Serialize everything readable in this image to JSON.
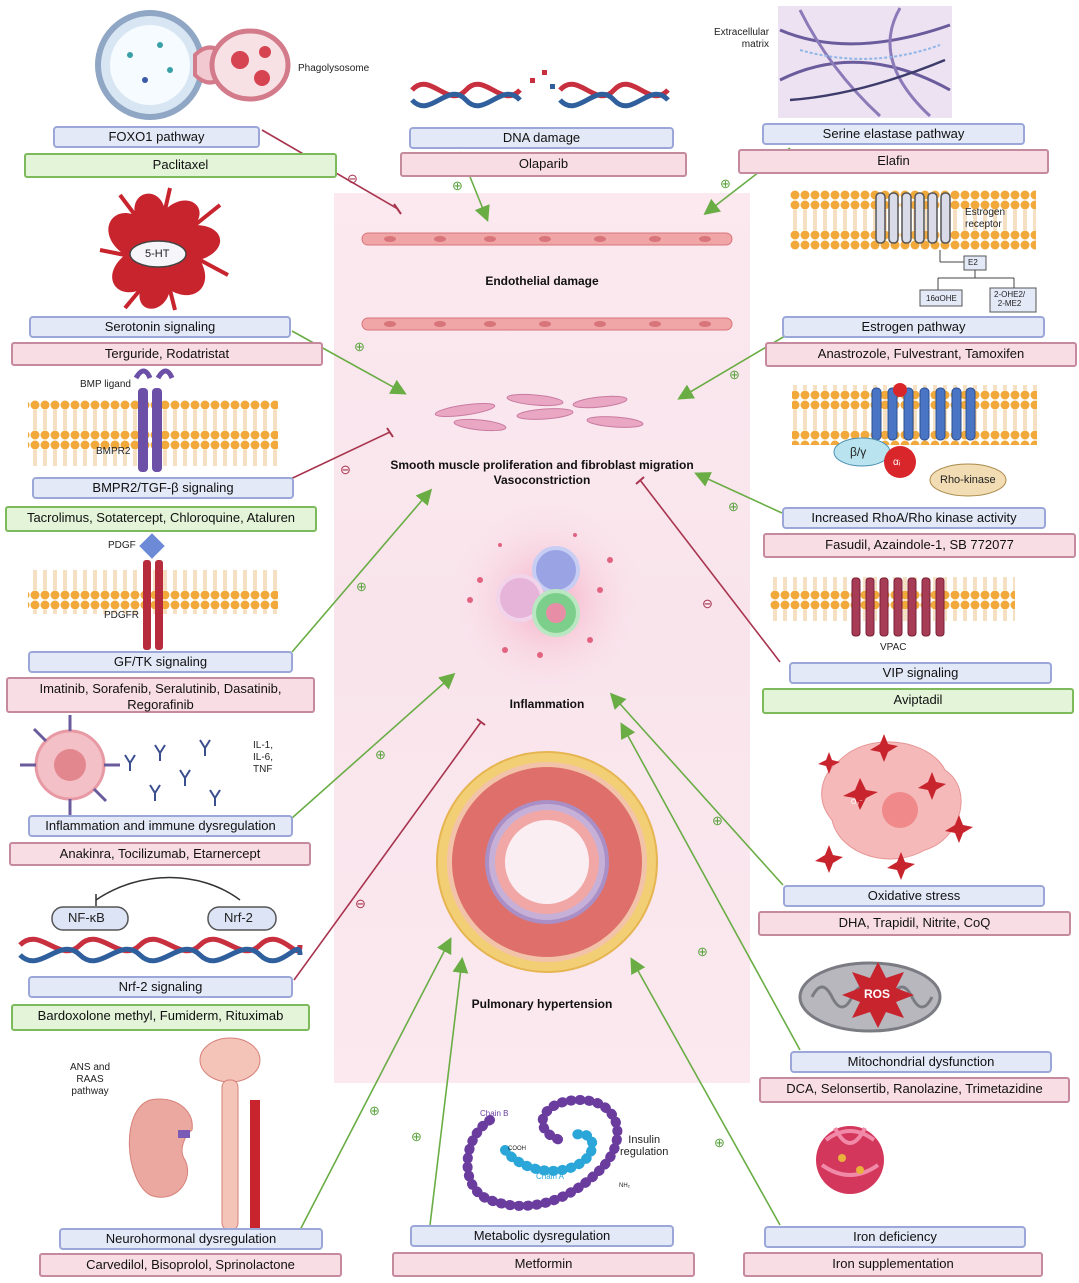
{
  "center": {
    "endothelial": "Endothelial damage",
    "smooth_muscle": "Smooth muscle proliferation and fibroblast migration",
    "vasoconstriction": "Vasoconstriction",
    "inflammation": "Inflammation",
    "pulmonary_hypertension": "Pulmonary hypertension"
  },
  "pathways": {
    "foxo1": {
      "label": "FOXO1 pathway",
      "drugs": "Paclitaxel"
    },
    "dna": {
      "label": "DNA damage",
      "drugs": "Olaparib"
    },
    "elastase": {
      "label": "Serine elastase pathway",
      "drugs": "Elafin"
    },
    "serotonin": {
      "label": "Serotonin signaling",
      "drugs": "Terguride, Rodatristat"
    },
    "estrogen": {
      "label": "Estrogen pathway",
      "drugs": "Anastrozole, Fulvestrant, Tamoxifen"
    },
    "bmpr2": {
      "label": "BMPR2/TGF-β signaling",
      "drugs": "Tacrolimus, Sotatercept, Chloroquine, Ataluren"
    },
    "rhoa": {
      "label": "Increased RhoA/Rho kinase activity",
      "drugs": "Fasudil, Azaindole-1, SB 772077"
    },
    "gftk": {
      "label": "GF/TK signaling",
      "drugs_line1": "Imatinib, Sorafenib, Seralutinib, Dasatinib,",
      "drugs_line2": "Regorafinib"
    },
    "vip": {
      "label": "VIP signaling",
      "drugs": "Aviptadil"
    },
    "immune": {
      "label": "Inflammation and immune dysregulation",
      "drugs": "Anakinra, Tocilizumab, Etarnercept"
    },
    "oxidative": {
      "label": "Oxidative stress",
      "drugs": "DHA, Trapidil, Nitrite, CoQ"
    },
    "nrf2": {
      "label": "Nrf-2 signaling",
      "drugs": "Bardoxolone methyl, Fumiderm, Rituximab"
    },
    "mito": {
      "label": "Mitochondrial dysfunction",
      "drugs": "DCA, Selonsertib, Ranolazine, Trimetazidine"
    },
    "neuro": {
      "label": "Neurohormonal dysregulation",
      "drugs": "Carvedilol, Bisoprolol, Sprinolactone"
    },
    "metabolic": {
      "label": "Metabolic dysregulation",
      "drugs": "Metformin"
    },
    "iron": {
      "label": "Iron deficiency",
      "drugs": "Iron supplementation"
    }
  },
  "illustration_labels": {
    "phagolysosome": "Phagolysosome",
    "ecm_line1": "Extracellular",
    "ecm_line2": "matrix",
    "ht5": "5-HT",
    "estrogen_receptor_line1": "Estrogen",
    "estrogen_receptor_line2": "receptor",
    "e2": "E2",
    "ohe16": "16αOHE",
    "ohe2_line1": "2-OHE2/",
    "ohe2_line2": "2-ME2",
    "bmp_ligand": "BMP ligand",
    "bmpr2": "BMPR2",
    "beta_gamma": "β/γ",
    "alpha_i": "αᵢ",
    "rho_kinase": "Rho-kinase",
    "pdgf": "PDGF",
    "pdgfr": "PDGFR",
    "vpac": "VPAC",
    "il1": "IL-1,",
    "il6": "IL-6,",
    "tnf": "TNF",
    "nfkb": "NF-κB",
    "nrf2": "Nrf-2",
    "ros": "ROS",
    "ans_line1": "ANS and",
    "ans_line2": "RAAS",
    "ans_line3": "pathway",
    "chain_b": "Chain B",
    "chain_a": "Chain A",
    "insulin_line1": "Insulin",
    "insulin_line2": "regulation",
    "cooh": "COOH",
    "nh2": "NH₂",
    "o2": "O₂⁻"
  },
  "signs": {
    "plus": "⊕",
    "minus": "⊖"
  },
  "colors": {
    "activation": "#6aad45",
    "inhibition": "#a8344e",
    "pathway_box": "#e4e9f8",
    "drug_box_red": "#f8dde5",
    "drug_box_green": "#e3f4d9"
  }
}
